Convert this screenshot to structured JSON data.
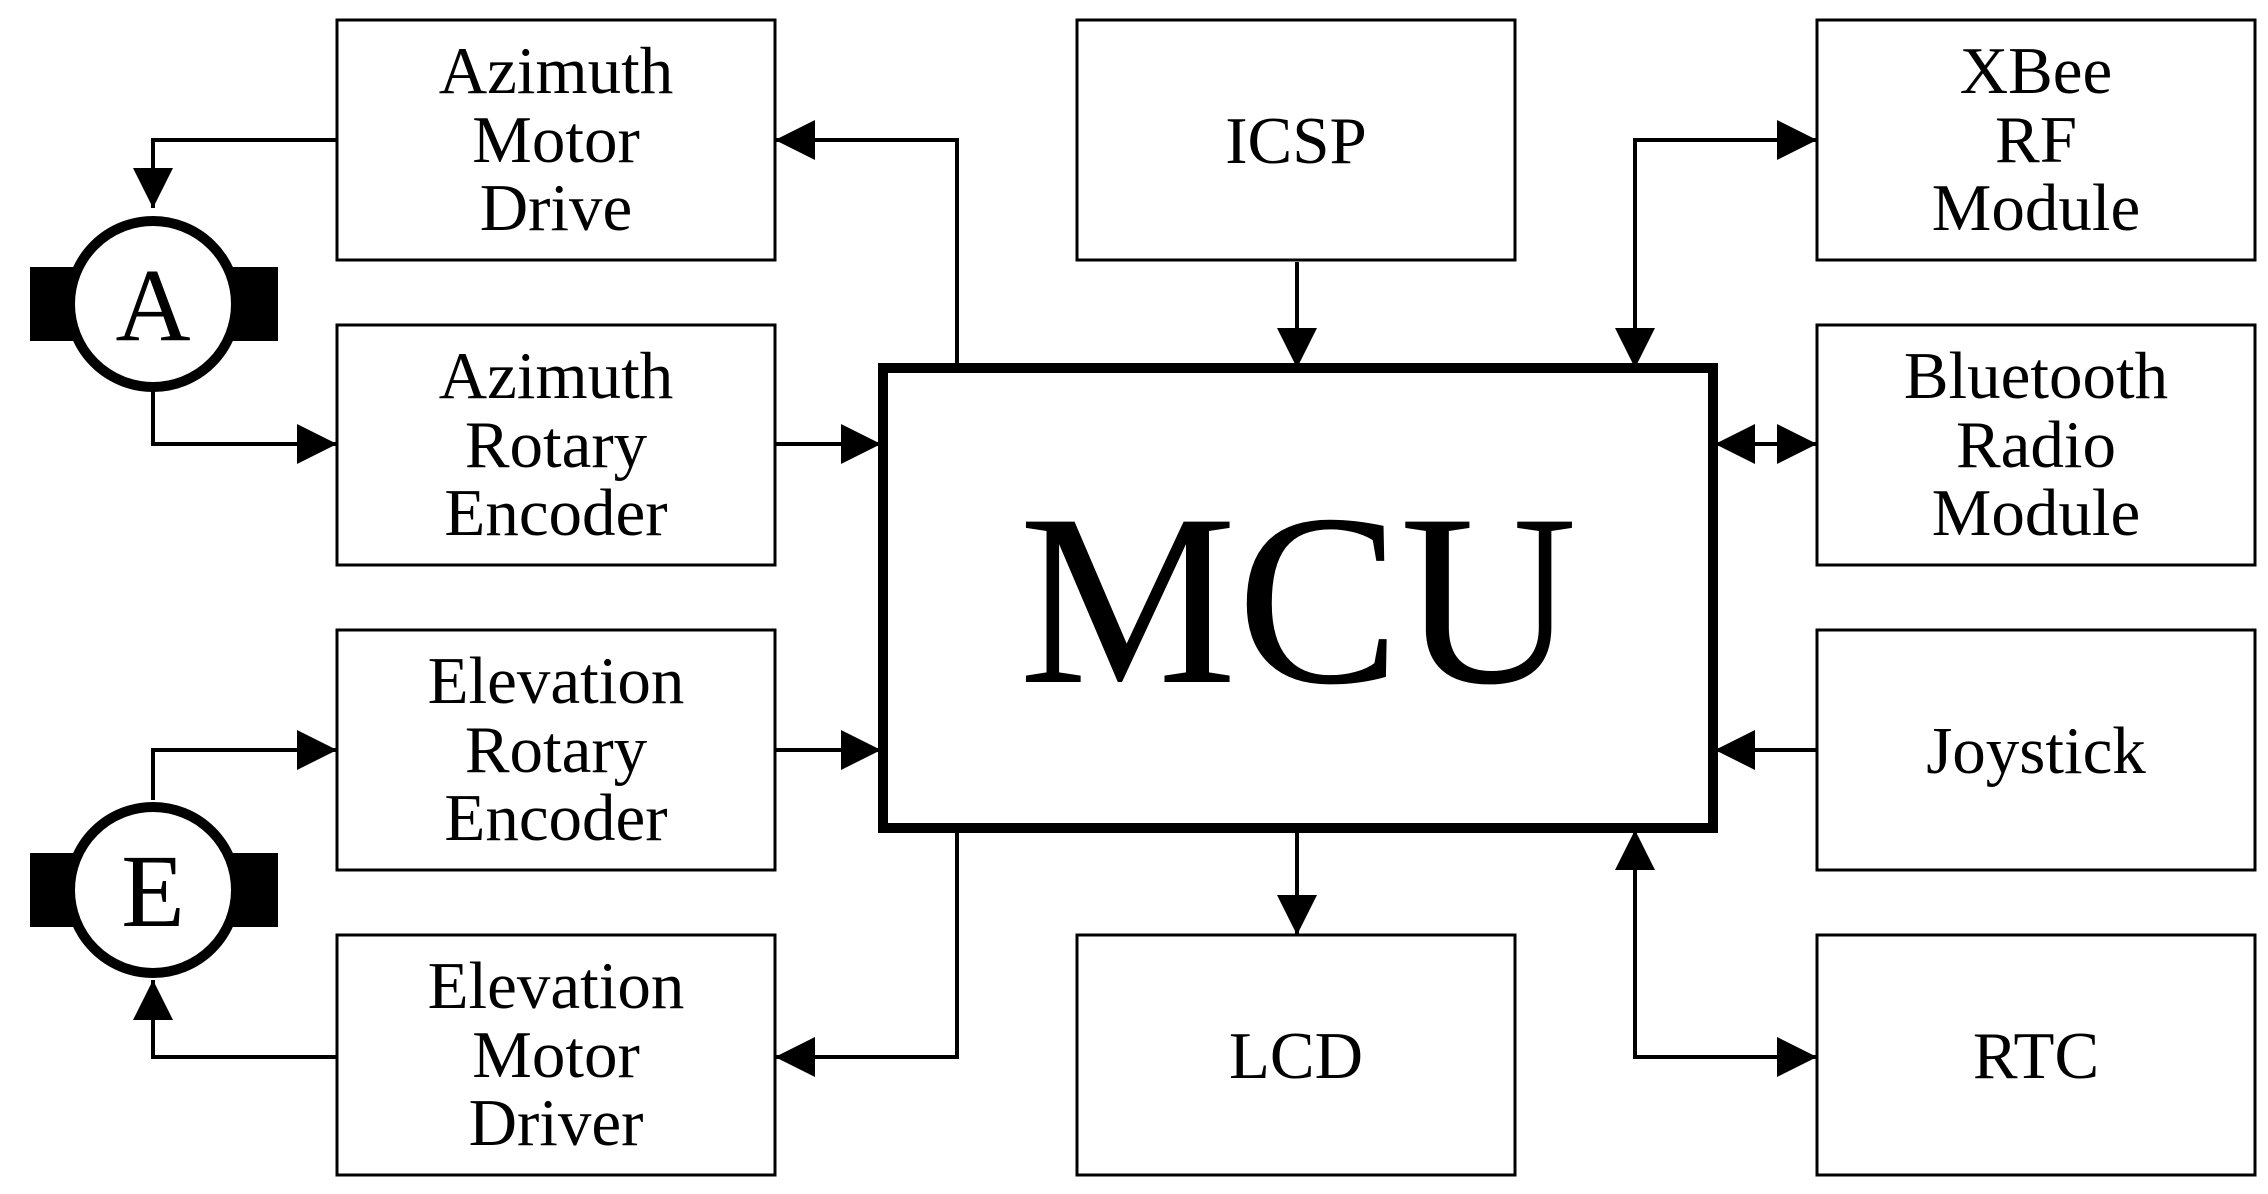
{
  "mcu": {
    "label": "MCU"
  },
  "blocks": {
    "azimuth_motor_drive": [
      "Azimuth",
      "Motor",
      "Drive"
    ],
    "azimuth_rotary_encoder": [
      "Azimuth",
      "Rotary",
      "Encoder"
    ],
    "elevation_rotary_encoder": [
      "Elevation",
      "Rotary",
      "Encoder"
    ],
    "elevation_motor_driver": [
      "Elevation",
      "Motor",
      "Driver"
    ],
    "icsp": [
      "ICSP"
    ],
    "lcd": [
      "LCD"
    ],
    "xbee": [
      "XBee",
      "RF",
      "Module"
    ],
    "bluetooth": [
      "Bluetooth",
      "Radio",
      "Module"
    ],
    "joystick": [
      "Joystick"
    ],
    "rtc": [
      "RTC"
    ]
  },
  "motors": {
    "azimuth": {
      "label": "A"
    },
    "elevation": {
      "label": "E"
    }
  }
}
